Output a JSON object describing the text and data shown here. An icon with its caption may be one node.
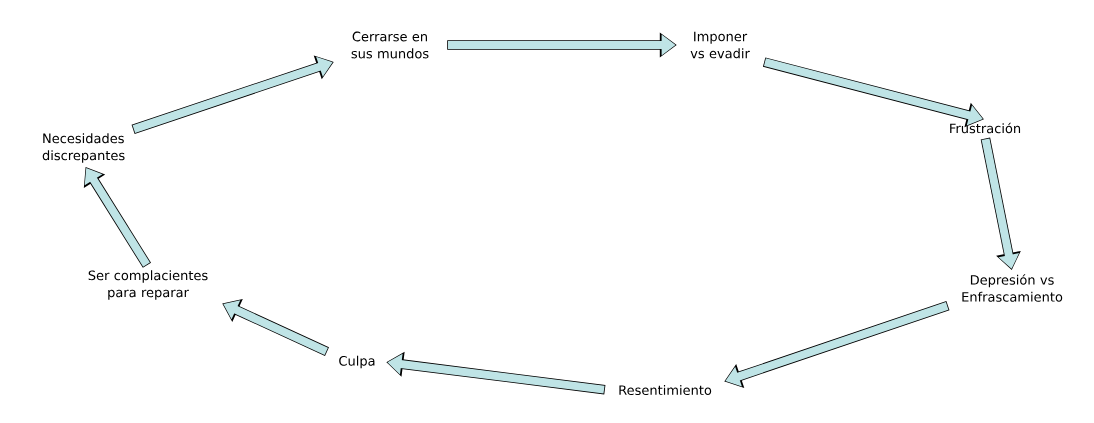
{
  "diagram": {
    "nodes": [
      {
        "text": [
          "Cerrarse en sus mundos"
        ]
      },
      {
        "text": [
          "Imponer vs evadir"
        ]
      },
      {
        "text": [
          "Frustración"
        ]
      },
      {
        "text": [
          "Depresión vs Enfrascamiento"
        ]
      },
      {
        "text": [
          "Resentimiento"
        ]
      },
      {
        "text": [
          "Culpa"
        ]
      },
      {
        "text": [
          "Ser complacientes para reparar"
        ]
      },
      {
        "text": [
          "Necesidades discrepantes"
        ]
      }
    ],
    "edges": [
      {
        "from": 0,
        "to": 1,
        "arrow": "to"
      },
      {
        "from": 1,
        "to": 2,
        "arrow": "to"
      },
      {
        "from": 2,
        "to": 3,
        "arrow": "to"
      },
      {
        "from": 3,
        "to": 4,
        "arrow": "to"
      },
      {
        "from": 4,
        "to": 5,
        "arrow": "to"
      },
      {
        "from": 5,
        "to": 6,
        "arrow": "to"
      },
      {
        "from": 6,
        "to": 7,
        "arrow": "to"
      },
      {
        "from": 7,
        "to": 0,
        "arrow": "to"
      }
    ]
  }
}
